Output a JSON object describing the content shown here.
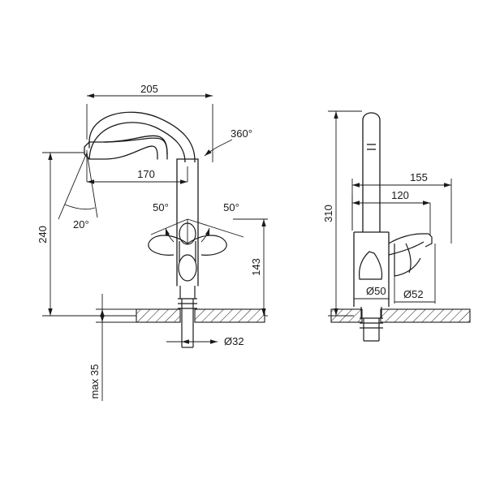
{
  "drawing": {
    "title": "Kitchen mixer tap technical dimension drawing",
    "line_color": "#1a1a1a",
    "hatch_color": "#1a1a1a",
    "background": "#ffffff",
    "views": [
      {
        "name": "front-view",
        "labels": [
          {
            "id": "width-205",
            "text": "205"
          },
          {
            "id": "spout-reach-170",
            "text": "170"
          },
          {
            "id": "height-240",
            "text": "240"
          },
          {
            "id": "lever-height-143",
            "text": "143"
          },
          {
            "id": "swivel-360",
            "text": "360°"
          },
          {
            "id": "angle-20",
            "text": "20°"
          },
          {
            "id": "angle-left-50",
            "text": "50°"
          },
          {
            "id": "angle-right-50",
            "text": "50°"
          },
          {
            "id": "hole-diameter-32",
            "text": "Ø32"
          },
          {
            "id": "max-thickness",
            "text": "max 35"
          }
        ]
      },
      {
        "name": "side-view",
        "labels": [
          {
            "id": "total-height-310",
            "text": "310"
          },
          {
            "id": "depth-155",
            "text": "155"
          },
          {
            "id": "depth-120",
            "text": "120"
          },
          {
            "id": "body-diameter-50",
            "text": "Ø50"
          },
          {
            "id": "lever-diameter-52",
            "text": "Ø52"
          }
        ]
      }
    ]
  }
}
